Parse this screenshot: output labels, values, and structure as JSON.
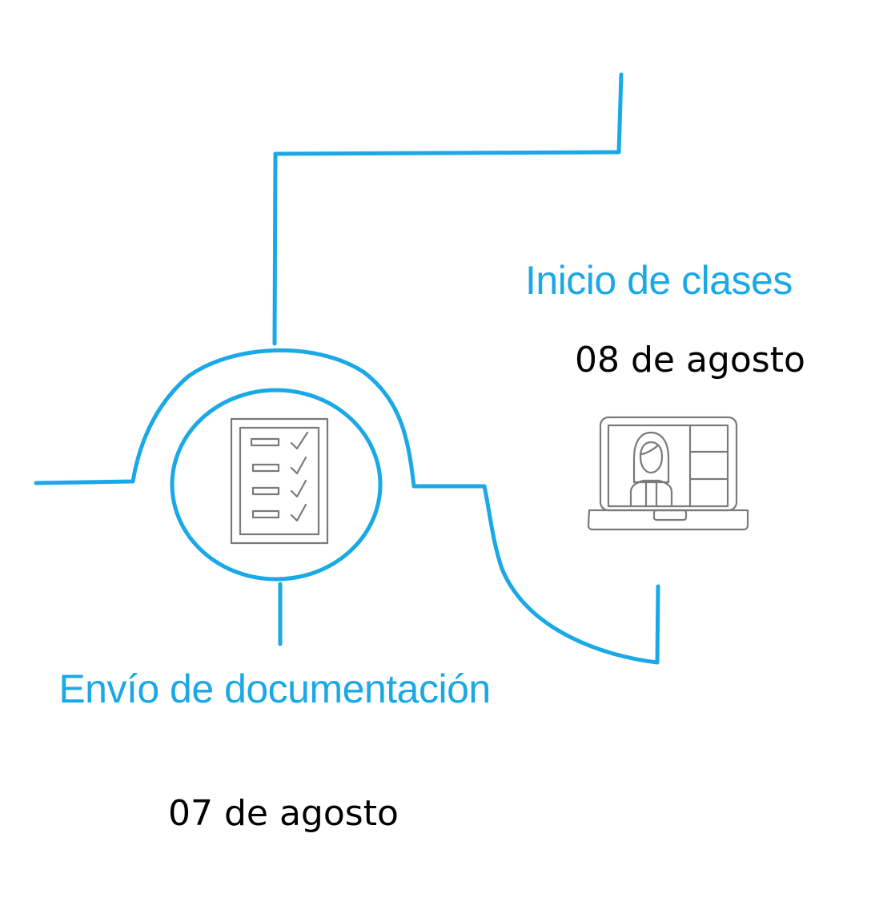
{
  "colors": {
    "accent": "#1aa8e6",
    "icon_stroke": "#7a7a7a",
    "text_dark": "#000000",
    "background": "#ffffff"
  },
  "steps": [
    {
      "title": "Envío de documentación",
      "date": "07 de agosto",
      "icon": "checklist-icon"
    },
    {
      "title": "Inicio de clases",
      "date": "08 de agosto",
      "icon": "laptop-video-call-icon"
    }
  ]
}
